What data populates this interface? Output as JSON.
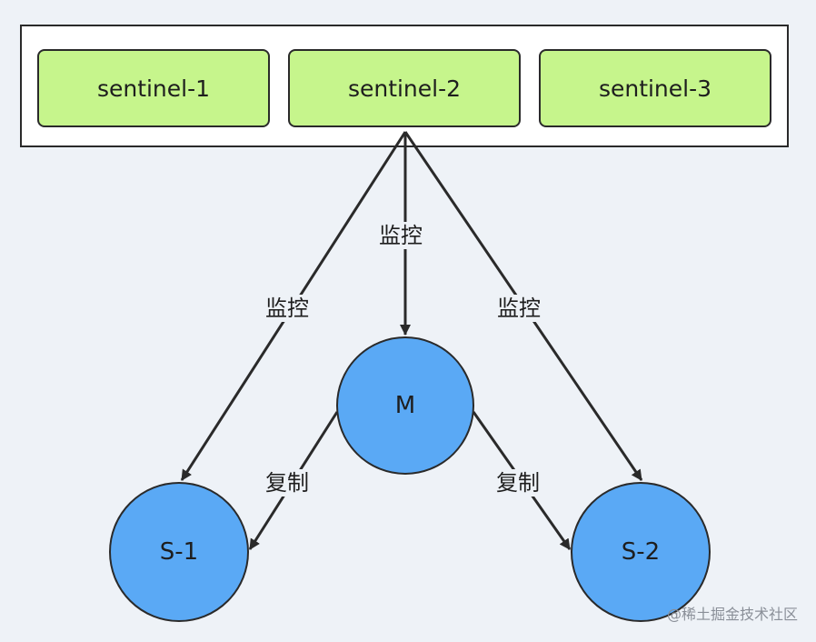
{
  "sentinels": {
    "s1": "sentinel-1",
    "s2": "sentinel-2",
    "s3": "sentinel-3"
  },
  "nodes": {
    "master": "M",
    "slave1": "S-1",
    "slave2": "S-2"
  },
  "edges": {
    "monitor_m": "监控",
    "monitor_s1": "监控",
    "monitor_s2": "监控",
    "replicate_s1": "复制",
    "replicate_s2": "复制"
  },
  "watermark": "@稀土掘金技术社区",
  "colors": {
    "background": "#eef2f7",
    "sentinel_fill": "#c6f58c",
    "node_fill": "#5aa9f5",
    "stroke": "#2a2a2a"
  }
}
